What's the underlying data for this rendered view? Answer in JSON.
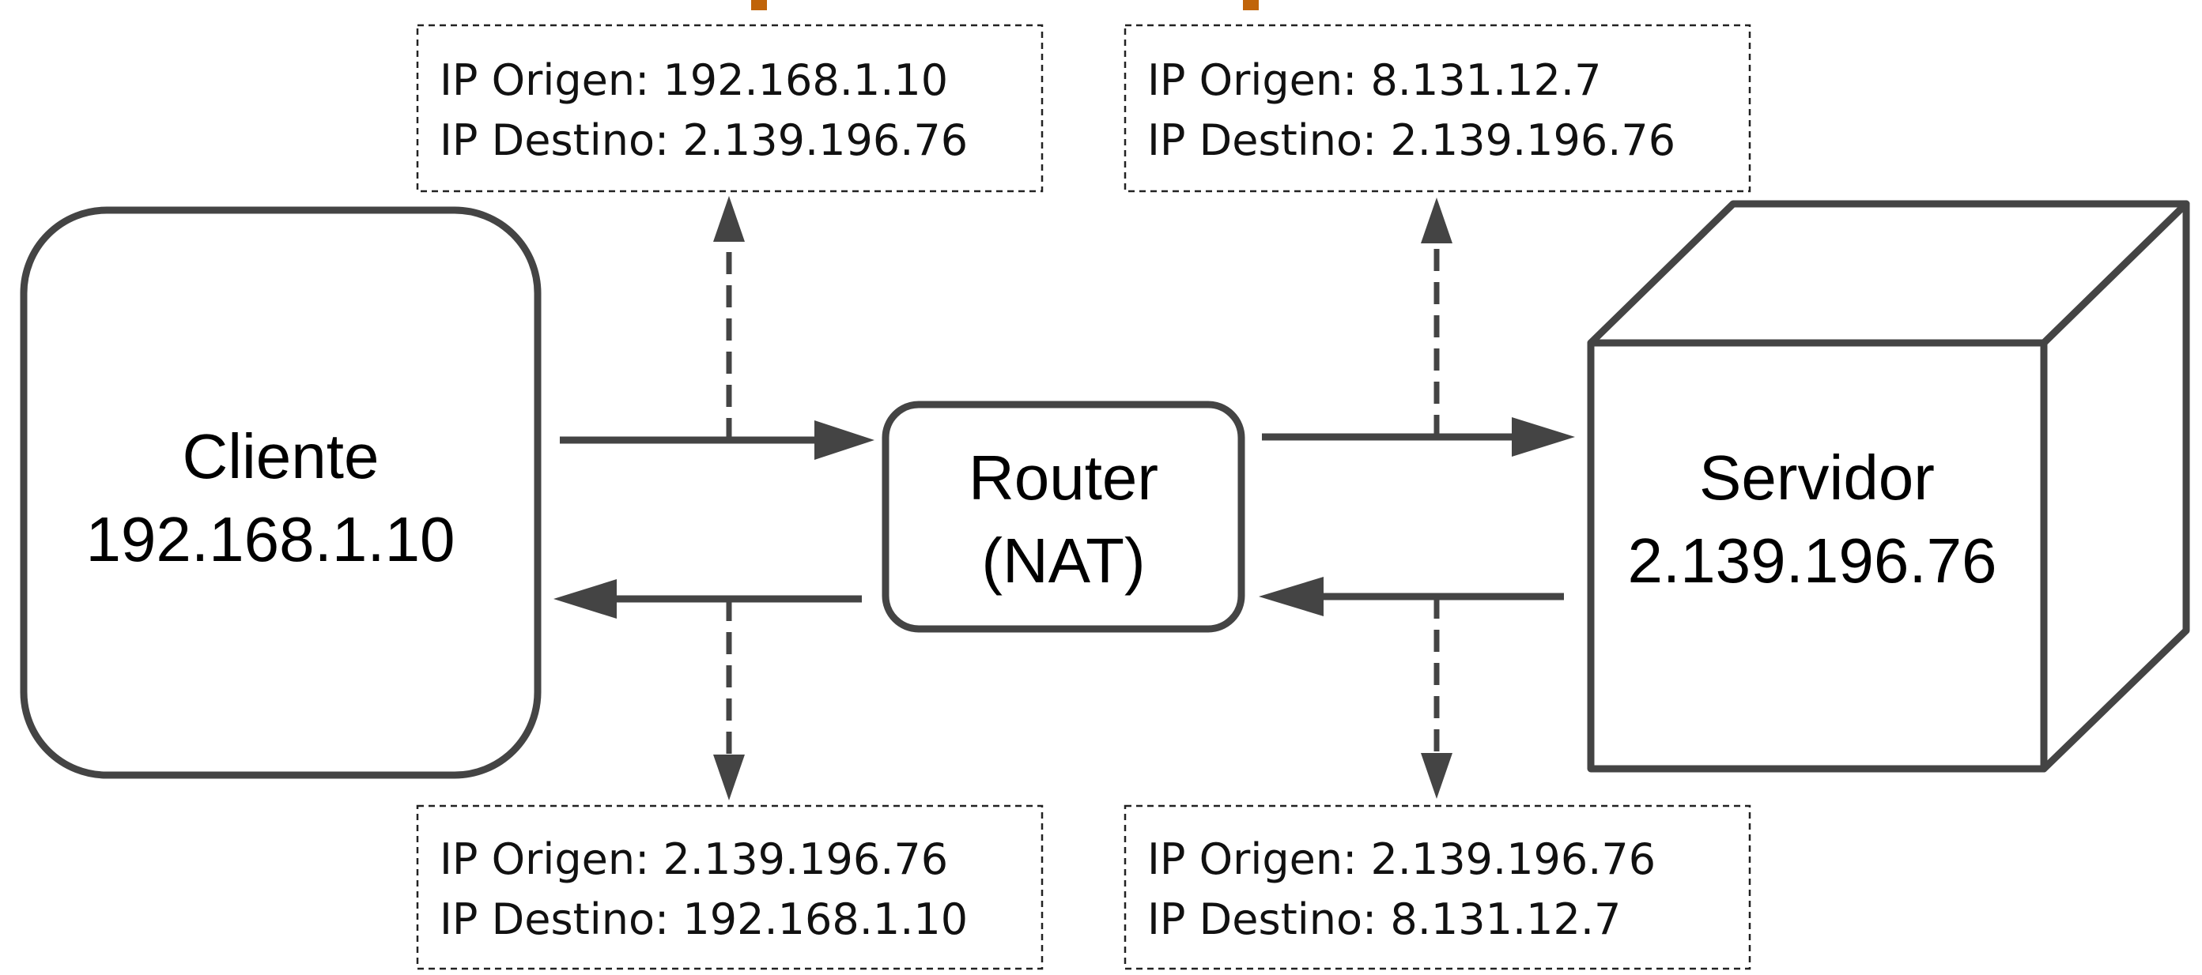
{
  "nodes": {
    "client": {
      "name": "Cliente",
      "ip": "192.168.1.10"
    },
    "router": {
      "name": "Router",
      "mode": "(NAT)"
    },
    "server": {
      "name": "Servidor",
      "ip": "2.139.196.76"
    }
  },
  "packets": {
    "client_out": {
      "src": "IP Origen: 192.168.1.10",
      "dst": "IP Destino: 2.139.196.76"
    },
    "router_out": {
      "src": "IP Origen: 8.131.12.7",
      "dst": "IP Destino: 2.139.196.76"
    },
    "server_reply": {
      "src": "IP Origen: 2.139.196.76",
      "dst": "IP Destino: 8.131.12.7"
    },
    "router_reply": {
      "src": "IP Origen: 2.139.196.76",
      "dst": "IP Destino: 192.168.1.10"
    }
  },
  "colors": {
    "stroke": "#444444",
    "title_accent": "#c0640a"
  }
}
